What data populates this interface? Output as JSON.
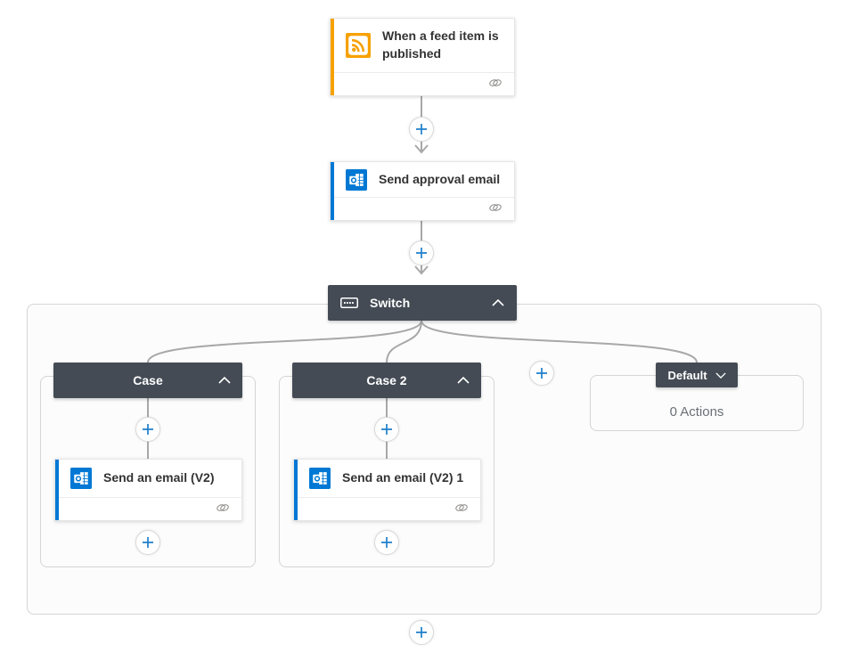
{
  "flow": {
    "trigger": {
      "title": "When a feed item is published",
      "icon": "rss",
      "accent_color": "#F7A100"
    },
    "approval": {
      "title": "Send approval email",
      "icon": "outlook",
      "accent_color": "#0078D4"
    },
    "switch": {
      "label": "Switch",
      "icon": "switch-case"
    },
    "cases": [
      {
        "label": "Case",
        "action": {
          "title": "Send an email (V2)",
          "icon": "outlook",
          "accent_color": "#0078D4"
        }
      },
      {
        "label": "Case 2",
        "action": {
          "title": "Send an email (V2) 1",
          "icon": "outlook",
          "accent_color": "#0078D4"
        }
      }
    ],
    "default_case": {
      "label": "Default",
      "body_text": "0 Actions"
    }
  },
  "colors": {
    "scope_header": "#444B55",
    "connector_line": "#A8A8A8",
    "plus_blue": "#1E7FCB",
    "rss_orange": "#F7A100",
    "outlook_blue": "#0078D4",
    "box_border": "#D5D5D5",
    "canvas_bg": "#FFFFFF"
  }
}
